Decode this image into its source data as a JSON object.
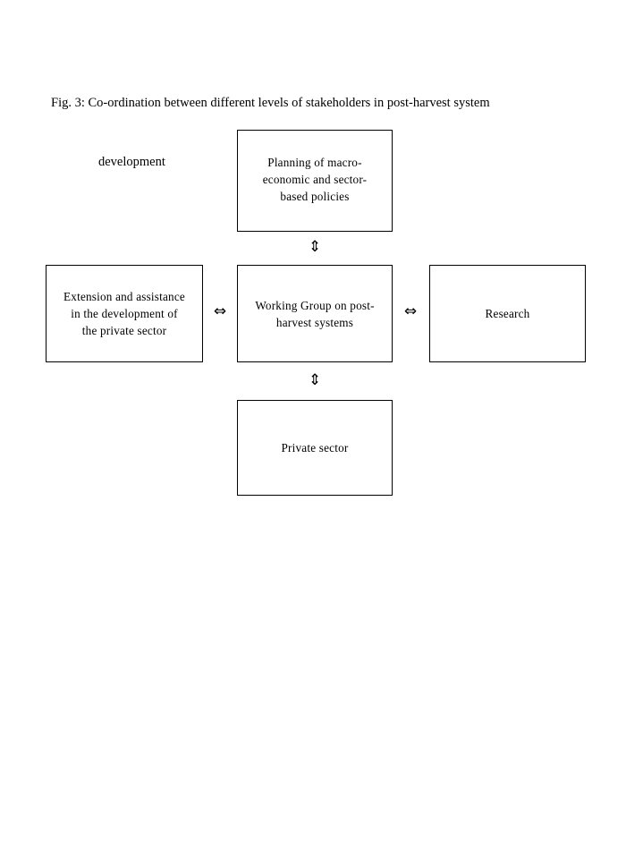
{
  "figure": {
    "caption_line1": "Fig. 3: Co-ordination between different levels of stakeholders in post-harvest system",
    "caption_line2": "development",
    "caption_full": "Fig. 3: Co-ordination between different levels of stakeholders in post-harvest system development",
    "label": "Fig. 3",
    "title": "Co-ordination between different levels of stakeholders in post-harvest system development"
  },
  "diagram": {
    "type": "block-diagram",
    "layout": "cross",
    "line_color": "#000000",
    "fill_color": "#ffffff",
    "nodes": [
      {
        "id": "planning",
        "label": "Planning of macro-economic and sector-based policies",
        "line1": "Planning of macro-",
        "line2": "economic and sector-",
        "line3": "based policies",
        "position": "top"
      },
      {
        "id": "extension",
        "label": "Extension and assistance in the development of the private sector",
        "line1": "Extension and assistance",
        "line2": "in the development of",
        "line3": "the private sector",
        "position": "left"
      },
      {
        "id": "working-group",
        "label": "Working Group on post-harvest systems",
        "line1": "Working Group on post-",
        "line2": "harvest systems",
        "position": "center"
      },
      {
        "id": "research",
        "label": "Research",
        "line1": "Research",
        "position": "right"
      },
      {
        "id": "private-sector",
        "label": "Private sector",
        "line1": "Private sector",
        "position": "bottom"
      }
    ],
    "connectors": [
      {
        "id": "planning-working-group",
        "from": "planning",
        "to": "working-group",
        "orientation": "vertical",
        "glyph": "⇕",
        "style": "double-headed-arrow"
      },
      {
        "id": "extension-working-group",
        "from": "extension",
        "to": "working-group",
        "orientation": "horizontal",
        "glyph": "⇔",
        "style": "double-headed-arrow"
      },
      {
        "id": "working-group-research",
        "from": "working-group",
        "to": "research",
        "orientation": "horizontal",
        "glyph": "⇔",
        "style": "double-headed-arrow"
      },
      {
        "id": "working-group-private-sector",
        "from": "working-group",
        "to": "private-sector",
        "orientation": "vertical",
        "glyph": "⇕",
        "style": "double-headed-arrow"
      }
    ]
  }
}
